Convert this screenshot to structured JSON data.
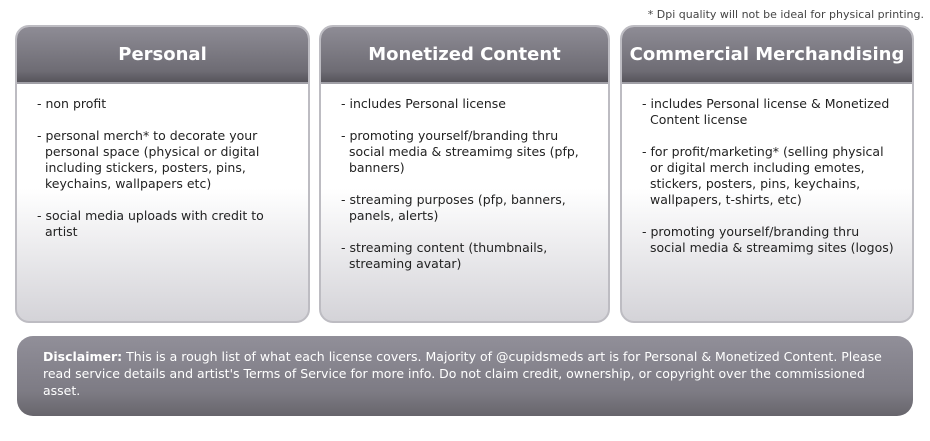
{
  "note": "* Dpi quality will not be ideal for physical printing.",
  "cards": [
    {
      "title": "Personal",
      "items": [
        "- non profit",
        "- personal merch* to decorate your personal space (physical or digital including stickers, posters, pins, keychains, wallpapers etc)",
        "- social media uploads with credit to artist"
      ]
    },
    {
      "title": "Monetized Content",
      "items": [
        "- includes Personal license",
        "- promoting yourself/branding thru social media & streamimg sites (pfp, banners)",
        "- streaming purposes (pfp, banners, panels, alerts)",
        "- streaming content (thumbnails, streaming avatar)"
      ]
    },
    {
      "title": "Commercial Merchandising",
      "items": [
        "- includes Personal license & Monetized Content license",
        "- for profit/marketing* (selling physical or digital merch including emotes, stickers, posters, pins, keychains, wallpapers, t-shirts, etc)",
        "- promoting yourself/branding thru social media & streamimg sites (logos)"
      ]
    }
  ],
  "disclaimer": {
    "label": "Disclaimer:",
    "text": " This is a rough list of what each license covers. Majority of @cupidsmeds art is for Personal & Monetized Content. Please read service details and artist's Terms of Service for more info. Do not claim credit, ownership, or copyright over the commissioned asset."
  }
}
